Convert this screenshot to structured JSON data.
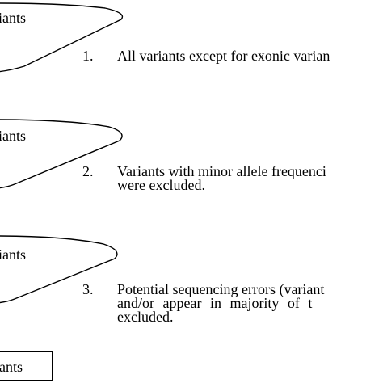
{
  "funnels": [
    {
      "label": "iants"
    },
    {
      "label": "iants"
    },
    {
      "label": "iants"
    }
  ],
  "steps": [
    {
      "number": "1.",
      "line1": "All variants except for exonic varian",
      "line2": ""
    },
    {
      "number": "2.",
      "line1": "Variants with minor allele frequenci",
      "line2": "were excluded."
    },
    {
      "number": "3.",
      "line1": "Potential sequencing errors (variant",
      "line2a": "and/or appear in majority of t",
      "line2b": "excluded."
    }
  ],
  "final": {
    "label": "ants"
  }
}
